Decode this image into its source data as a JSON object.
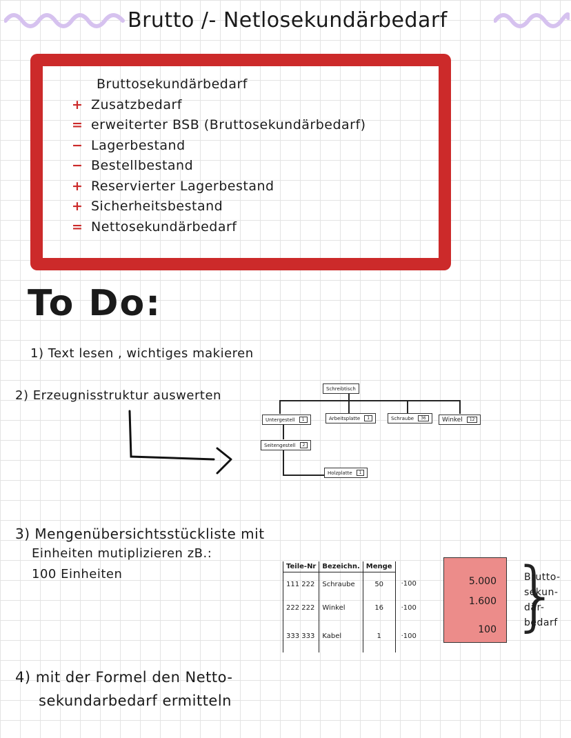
{
  "title": "Brutto /- Netlosekundärbedarf",
  "formula": [
    {
      "op": "",
      "text": "Bruttosekundärbedarf"
    },
    {
      "op": "+",
      "text": "Zusatzbedarf"
    },
    {
      "op": "=",
      "text": "erweiterter BSB (Bruttosekundärbedarf)"
    },
    {
      "op": "−",
      "text": "Lagerbestand"
    },
    {
      "op": "−",
      "text": "Bestellbestand"
    },
    {
      "op": "+",
      "text": "Reservierter Lagerbestand"
    },
    {
      "op": "+",
      "text": "Sicherheitsbestand"
    },
    {
      "op": "=",
      "text": "Nettosekundärbedarf"
    }
  ],
  "todo": "To Do:",
  "steps": {
    "s1": "1) Text lesen , wichtiges makieren",
    "s2": "2) Erzeugnisstruktur auswerten",
    "s3a": "3) Mengenübersichtsstückliste mit",
    "s3b": "Einheiten mutiplizieren  zB.:",
    "s3c": "100   Einheiten",
    "s4a": "4) mit der  Formel den  Netto-",
    "s4b": "sekundarbedarf  ermitteln"
  },
  "tree": {
    "root": "Schreibtisch",
    "children": [
      {
        "label": "Untergestell",
        "qty": "1"
      },
      {
        "label": "Arbeitsplatte",
        "qty": "1"
      },
      {
        "label": "Schraube",
        "qty": "36"
      },
      {
        "label": "Winkel",
        "qty": "12"
      }
    ],
    "sub": {
      "label": "Seitengestell",
      "qty": "2"
    },
    "subsub": {
      "label": "Holzplatte",
      "qty": "1"
    }
  },
  "table": {
    "headers": [
      "Teile-Nr",
      "Bezeichn.",
      "Menge"
    ],
    "rows": [
      {
        "nr": "111 222",
        "name": "Schraube",
        "qty": "50",
        "mul": "·100"
      },
      {
        "nr": "222 222",
        "name": "Winkel",
        "qty": "16",
        "mul": "·100"
      },
      {
        "nr": "333 333",
        "name": "Kabel",
        "qty": "1",
        "mul": "·100"
      }
    ]
  },
  "results": [
    "5.000",
    "1.600",
    "100"
  ],
  "result_label": [
    "Brutto-",
    "sekun-",
    "där-",
    "bedarf"
  ],
  "colors": {
    "accent_red": "#cc2a2a",
    "highlight": "#ec8c8a",
    "squiggle": "#d6c2ef"
  }
}
